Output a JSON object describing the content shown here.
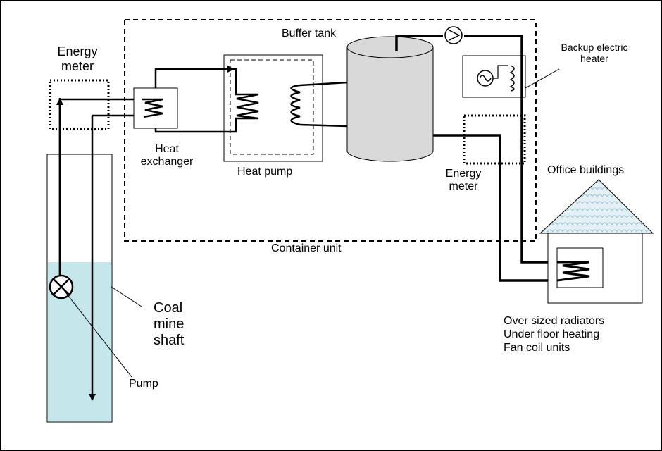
{
  "labels": {
    "energy_meter_left": "Energy\nmeter",
    "buffer_tank": "Buffer tank",
    "backup_heater": "Backup electric\nheater",
    "heat_exchanger": "Heat\nexchanger",
    "heat_pump": "Heat pump",
    "energy_meter_right": "Energy\nmeter",
    "office_buildings": "Office buildings",
    "container_unit": "Container unit",
    "coal_mine_shaft": "Coal\nmine\nshaft",
    "pump": "Pump",
    "heating_systems": "Over sized  radiators\nUnder floor heating\nFan coil units"
  },
  "colors": {
    "water": "#c5e6ea",
    "tank_fill": "#d9d9d9",
    "roof_fill": "#dcebf2",
    "line": "#000000"
  }
}
